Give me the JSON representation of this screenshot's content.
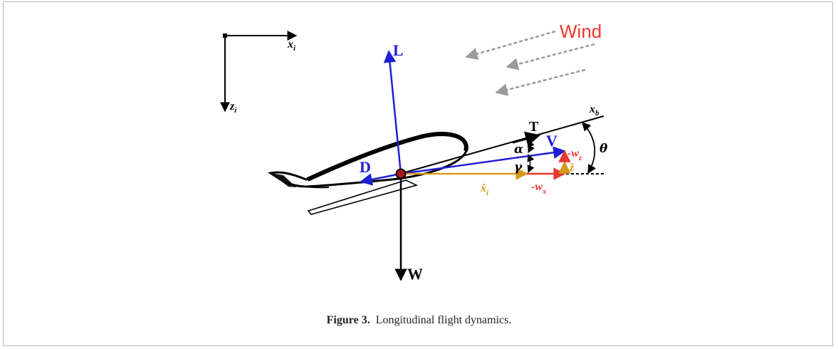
{
  "figure": {
    "label": "Figure 3.",
    "caption": "Longitudinal flight dynamics."
  },
  "diagram": {
    "axes": {
      "x": "x",
      "x_sub": "i",
      "z": "z",
      "z_sub": "i"
    },
    "wind": "Wind",
    "forces": {
      "lift": "L",
      "drag": "D",
      "weight": "W",
      "thrust": "T",
      "velocity": "V"
    },
    "body_axis": {
      "main": "x",
      "sub": "b"
    },
    "angles": {
      "alpha": "α",
      "gamma": "γ",
      "theta": "θ"
    },
    "components": {
      "xdot": "ẋ",
      "xdot_sub": "i",
      "zdot": "ż",
      "neg_wx": "-w",
      "neg_wx_sub": "x",
      "neg_wz": "-w",
      "neg_wz_sub": "z"
    },
    "colors": {
      "blue": "#1f1fd6",
      "red": "#e8382f",
      "orange": "#d69a1a",
      "black": "#000000",
      "gray": "#9a9a9a"
    }
  }
}
